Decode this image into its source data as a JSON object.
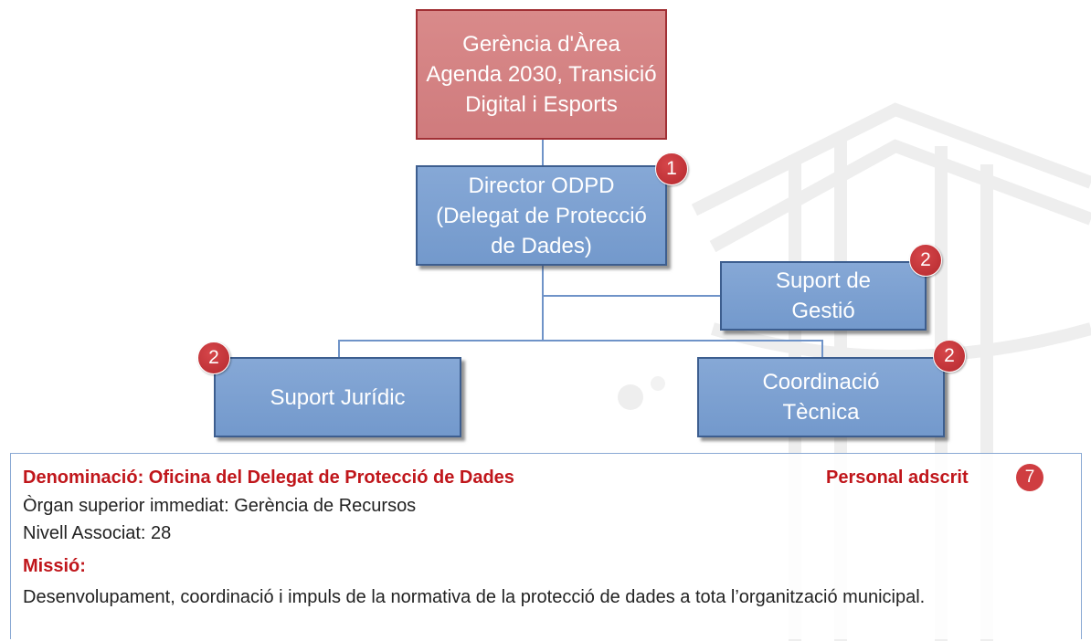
{
  "org_chart": {
    "top": {
      "label": "Gerència d'Àrea Agenda 2030, Transició Digital i Esports"
    },
    "director": {
      "label": "Director ODPD (Delegat de Protecció de Dades)",
      "badge": "1"
    },
    "management_support": {
      "label": "Suport de Gestió",
      "badge": "2"
    },
    "legal_support": {
      "label": "Suport Jurídic",
      "badge": "2"
    },
    "technical_coordination": {
      "label": "Coordinació Tècnica",
      "badge": "2"
    }
  },
  "info": {
    "denomination": "Denominació: Oficina del Delegat de Protecció de Dades",
    "staff_label": "Personal adscrit",
    "staff_count": "7",
    "superior_body": "Òrgan superior immediat: Gerència de Recursos",
    "level": "Nivell Associat: 28",
    "mission_label": "Missió:",
    "mission_text": "Desenvolupament, coordinació i impuls de la normativa de la protecció de dades a tota l’organització municipal."
  },
  "colors": {
    "top_box": "#d4828a",
    "blue_box": "#7b9fd0",
    "badge": "#c0303a",
    "heading_red": "#c0161b"
  }
}
